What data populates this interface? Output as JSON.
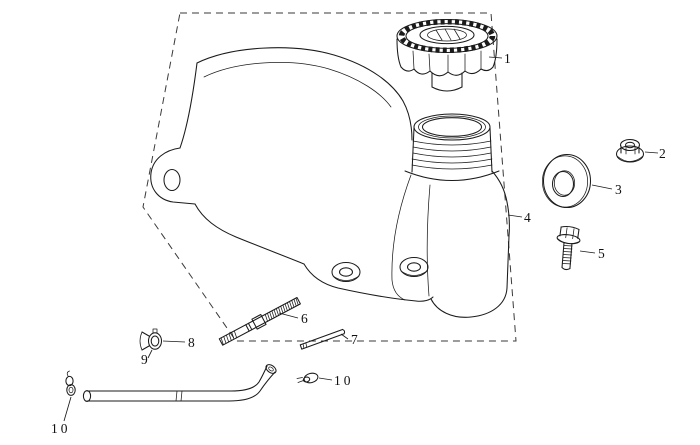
{
  "colors": {
    "ink": "#1b1b1b",
    "background": "#ffffff",
    "boundary_dash": "#3a3a3a"
  },
  "callouts": {
    "c1": {
      "label": "1"
    },
    "c2": {
      "label": "2"
    },
    "c3": {
      "label": "3"
    },
    "c4": {
      "label": "4"
    },
    "c5": {
      "label": "5"
    },
    "c6": {
      "label": "6"
    },
    "c7": {
      "label": "7"
    },
    "c8": {
      "label": "8"
    },
    "c9": {
      "label": "9"
    },
    "c10_mid": {
      "label": "10"
    },
    "c10_end": {
      "label": "10"
    }
  }
}
